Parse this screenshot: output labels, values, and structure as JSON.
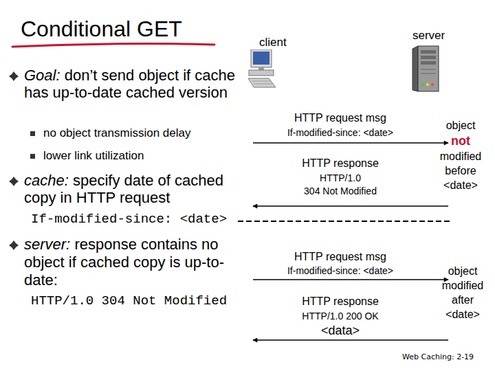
{
  "diagram": {
    "title": "Conditional GET",
    "nodes": [
      {
        "text": [
          "client"
        ]
      },
      {
        "text": [
          "server"
        ]
      }
    ],
    "edges": [
      {
        "from": 0,
        "to": 1,
        "arrow": "to"
      },
      {
        "from": 1,
        "to": 0,
        "arrow": "to"
      },
      {
        "from": 0,
        "to": 1,
        "arrow": "to"
      },
      {
        "from": 1,
        "to": 0,
        "arrow": "to"
      }
    ],
    "labels": [
      "Goal:",
      "don’t send object if cache has up-to-date cached version",
      "no object transmission delay",
      "lower link utilization",
      "cache:",
      "specify date of cached copy in HTTP request",
      "If-modified-since: <date>",
      "server:",
      "response contains no object if cached copy is up-to-date:",
      "HTTP/1.0 304 Not Modified",
      "HTTP request msg",
      "If-modified-since: <date>",
      "HTTP response",
      "HTTP/1.0",
      "304 Not Modified",
      "object",
      "not",
      "modified before <date>",
      "HTTP request msg",
      "If-modified-since: <date>",
      "HTTP response",
      "HTTP/1.0 200 OK",
      "<data>",
      "object modified after <date>",
      "Web Caching: 2-19"
    ]
  }
}
